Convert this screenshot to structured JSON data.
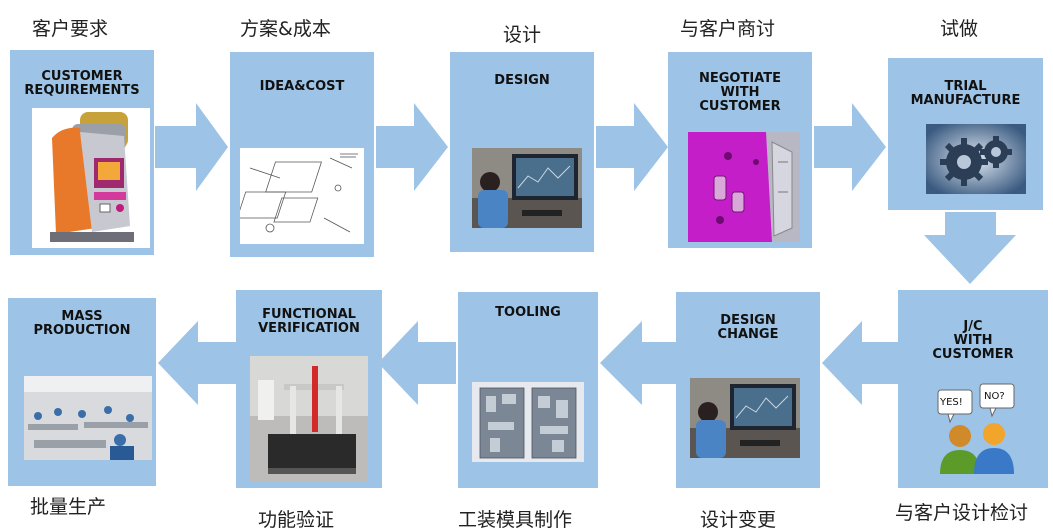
{
  "steps": [
    {
      "en": "CUSTOMER\nREQUIREMENTS",
      "cn": "客户要求",
      "image": "kiosk-machine"
    },
    {
      "en": "IDEA&COST",
      "cn": "方案&成本",
      "image": "technical-drawing"
    },
    {
      "en": "DESIGN",
      "cn": "设计",
      "image": "engineer-at-computer"
    },
    {
      "en": "NEGOTIATE\nWITH\nCUSTOMER",
      "cn": "与客户商讨",
      "image": "magenta-cad-part"
    },
    {
      "en": "TRIAL\nMANUFACTURE",
      "cn": "试做",
      "image": "gears"
    },
    {
      "en": "J/C\nWITH\nCUSTOMER",
      "cn": "与客户设计检讨",
      "image": "yes-no-people",
      "bubbles": [
        "YES!",
        "NO?"
      ]
    },
    {
      "en": "DESIGN\nCHANGE",
      "cn": "设计变更",
      "image": "engineer-at-computer"
    },
    {
      "en": "TOOLING",
      "cn": "工装模具制作",
      "image": "mold-tooling"
    },
    {
      "en": "FUNCTIONAL\nVERIFICATION",
      "cn": "功能验证",
      "image": "measuring-machine"
    },
    {
      "en": "MASS\nPRODUCTION",
      "cn": "批量生产",
      "image": "factory-floor"
    }
  ],
  "colors": {
    "box": "#9dc3e6",
    "arrow": "#9dc3e6",
    "title": "#111111"
  }
}
